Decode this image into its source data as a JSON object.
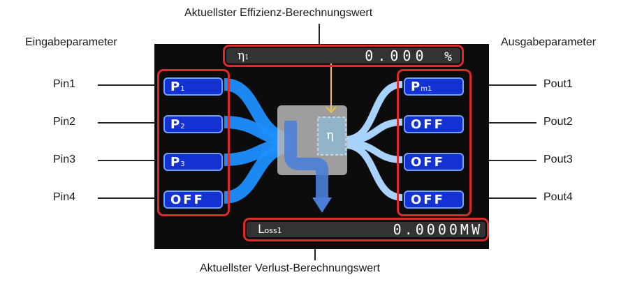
{
  "callouts": {
    "top": "Aktuellster Effizienz-Berechnungswert",
    "bottom": "Aktuellster Verlust-Berechnungswert",
    "input_group": "Eingabeparameter",
    "output_group": "Ausgabeparameter"
  },
  "inputs": [
    {
      "label": "Pin1",
      "symbol": "P",
      "sub": "1"
    },
    {
      "label": "Pin2",
      "symbol": "P",
      "sub": "2"
    },
    {
      "label": "Pin3",
      "symbol": "P",
      "sub": "3"
    },
    {
      "label": "Pin4",
      "symbol": "OFF",
      "sub": ""
    }
  ],
  "outputs": [
    {
      "label": "Pout1",
      "symbol": "P",
      "sub": "m1"
    },
    {
      "label": "Pout2",
      "symbol": "OFF",
      "sub": ""
    },
    {
      "label": "Pout3",
      "symbol": "OFF",
      "sub": ""
    },
    {
      "label": "Pout4",
      "symbol": "OFF",
      "sub": ""
    }
  ],
  "efficiency": {
    "symbol": "η",
    "sub": "1",
    "value": "0.000",
    "unit": "%"
  },
  "loss": {
    "symbol": "L",
    "sub": "oss1",
    "value": "0.0000MW"
  },
  "center_symbol": "η",
  "colors": {
    "frame": "#e02a2a",
    "pill": "#1432d2",
    "input_flow": "#1e90ff",
    "output_flow": "#a9d3ff",
    "loss_arrow": "#4a7ed8",
    "efficiency_arrow": "#f0c040"
  }
}
